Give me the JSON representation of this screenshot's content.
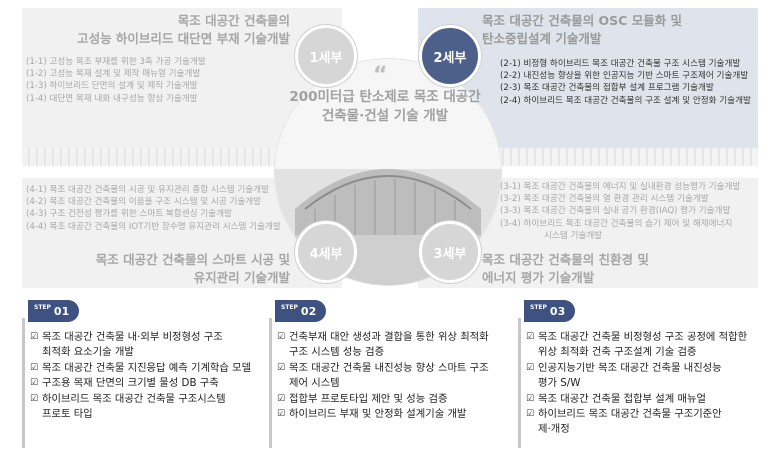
{
  "center": {
    "quote_mark": "“",
    "title_line1": "200미터급 탄소제로 목조 대공간",
    "title_line2": "건축물·건설 기술 개발"
  },
  "quadrants": {
    "q1": {
      "badge": "1세부",
      "title_line1": "목조 대공간 건축물의",
      "title_line2": "고성능 하이브리드 대단면 부재 기술개발",
      "items": [
        "(1-1) 고성능 목조 부재를 위한 3축 가공 기술개발",
        "(1-2) 고성능 목재 설계 및 제작 매뉴얼 기술개발",
        "(1-3) 하이브리드 단면의 설계 및 제작 기술개발",
        "(1-4) 대단면 목재 내화 내구성능 향상 기술개발"
      ]
    },
    "q2": {
      "badge": "2세부",
      "title_line1": "목조 대공간 건축물의 OSC 모듈화 및",
      "title_line2": "탄소중립설계 기술개발",
      "items": [
        "(2-1) 비정형 하이브리드 목조 대공간 건축물 구조 시스템 기술개발",
        "(2-2) 내진성능 향상을 위한 인공지능 기반 스마트 구조제어 기술개발",
        "(2-3) 목조 대공간 건축물의 접합부 설계 프로그램 기술개발",
        "(2-4) 하이브리드 목조 대공간 건축물의 구조 설계 및 안정화 기술개발"
      ]
    },
    "q3": {
      "badge": "3세부",
      "title_line1": "목조 대공간 건축물의 친환경 및",
      "title_line2": "에너지 평가 기술개발",
      "items": [
        "(3-1) 목조 대공간 건축물의 에너지 및 실내환경 성능평가 기술개발",
        "(3-2) 목조 대공간 건축물의 열 환경 관리 시스템 기술개발",
        "(3-3) 목조 대공간 건축물의 실내 공기 환경(IAQ) 평가 기술개발",
        "(3-4) 하이브리드 목조 대공간 건축물의 습기 제어 및 해제에너지",
        "시스템 기술개발"
      ]
    },
    "q4": {
      "badge": "4세부",
      "title_line1": "목조 대공간 건축물의 스마트 시공 및",
      "title_line2": "유지관리 기술개발",
      "items": [
        "(4-1) 목조 대공간 건축물의 시공 및 유지관리 종합 시스템 기술개발",
        "(4-2) 목조 대공간 건축물의 이음을 구조 시스템 및 시공 기술개발",
        "(4-3) 구조 건전성 평가를 위한 스마트 복합센싱 기술개발",
        "(4-4) 목조 대공간 건축물의 IOT기반 장수명 유지관리 시스템 기술개발"
      ]
    }
  },
  "steps": [
    {
      "label": "STEP",
      "number": "01",
      "items": [
        [
          "목조 대공간 건축물 내·외부 비정형성 구조",
          "최적화 요소기술 개발"
        ],
        [
          "목조 대공간 건축물 지진응답 예측 기계학습 모델"
        ],
        [
          "구조용 목재 단면의 크기별 물성 DB 구축"
        ],
        [
          "하이브리드 목조 대공간 건축물 구조시스템",
          "프로토 타입"
        ]
      ]
    },
    {
      "label": "STEP",
      "number": "02",
      "items": [
        [
          "건축부재 대안 생성과 결합을 통한 위상 최적화",
          "구조 시스템 성능 검증"
        ],
        [
          "목조 대공간 건축물 내진성능 향상 스마트 구조",
          "제어 시스템"
        ],
        [
          "접합부 프로토타입 제안 및 성능 검증"
        ],
        [
          "하이브리드 부재 및 안정화 설계기술 개발"
        ]
      ]
    },
    {
      "label": "STEP",
      "number": "03",
      "items": [
        [
          "목조 대공간 건축물 비정형성 구조 공정에 적합한",
          "위상 최적화 건축 구조설계 기술 검증"
        ],
        [
          "인공지능기반 목조 대공간 건축물 내진성능",
          "평가 S/W"
        ],
        [
          "목조 대공간 건축물 접합부 설계 매뉴얼"
        ],
        [
          "하이브리드 목조 대공간 건축물 구조기준안",
          "제·개정"
        ]
      ]
    }
  ]
}
